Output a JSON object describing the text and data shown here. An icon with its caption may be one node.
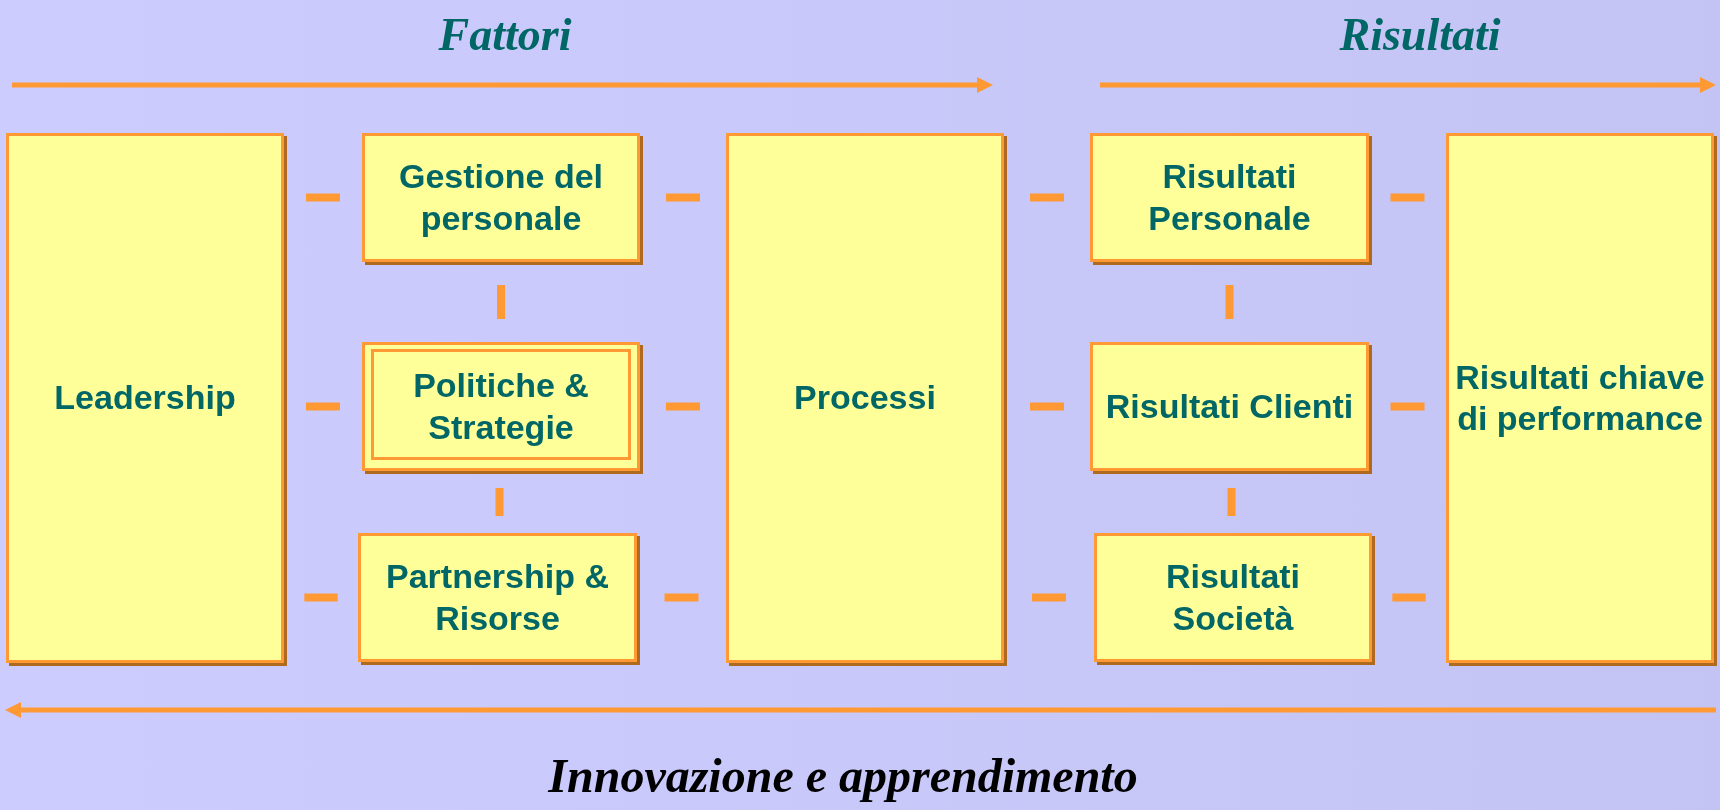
{
  "diagram": {
    "nodes": [
      {
        "text": [
          "Leadership"
        ]
      },
      {
        "text": [
          "Gestione del personale"
        ]
      },
      {
        "text": [
          "Politiche & Strategie"
        ]
      },
      {
        "text": [
          "Partnership & Risorse"
        ]
      },
      {
        "text": [
          "Processi"
        ]
      },
      {
        "text": [
          "Risultati Personale"
        ]
      },
      {
        "text": [
          "Risultati Clienti"
        ]
      },
      {
        "text": [
          "Risultati Società"
        ]
      },
      {
        "text": [
          "Risultati chiave di performance"
        ]
      }
    ],
    "edges": [
      {
        "from": 0,
        "to": 1,
        "arrow": "none"
      },
      {
        "from": 0,
        "to": 2,
        "arrow": "none"
      },
      {
        "from": 0,
        "to": 3,
        "arrow": "none"
      },
      {
        "from": 1,
        "to": 2,
        "arrow": "none"
      },
      {
        "from": 2,
        "to": 3,
        "arrow": "none"
      },
      {
        "from": 1,
        "to": 4,
        "arrow": "none"
      },
      {
        "from": 2,
        "to": 4,
        "arrow": "none"
      },
      {
        "from": 3,
        "to": 4,
        "arrow": "none"
      },
      {
        "from": 4,
        "to": 5,
        "arrow": "none"
      },
      {
        "from": 4,
        "to": 6,
        "arrow": "none"
      },
      {
        "from": 4,
        "to": 7,
        "arrow": "none"
      },
      {
        "from": 5,
        "to": 6,
        "arrow": "none"
      },
      {
        "from": 6,
        "to": 7,
        "arrow": "none"
      },
      {
        "from": 5,
        "to": 8,
        "arrow": "none"
      },
      {
        "from": 6,
        "to": 8,
        "arrow": "none"
      },
      {
        "from": 7,
        "to": 8,
        "arrow": "none"
      }
    ],
    "labels": [
      "Fattori",
      "Risultati",
      "Innovazione e apprendimento"
    ]
  }
}
